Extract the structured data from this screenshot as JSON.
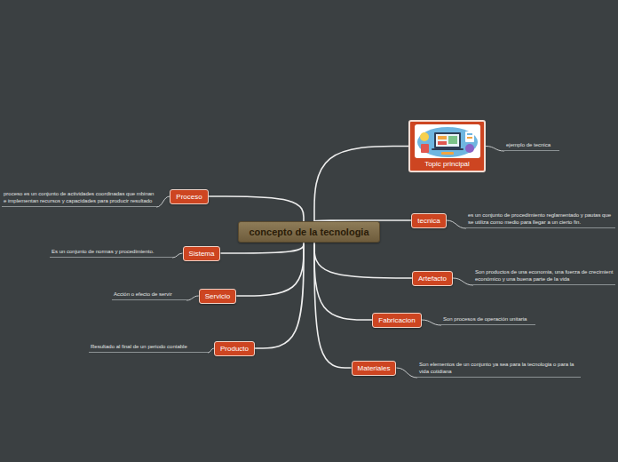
{
  "diagram": {
    "nodes": [
      {
        "text": [
          "concepto de la tecnologia"
        ]
      },
      {
        "text": [
          "Topic principal"
        ]
      },
      {
        "text": [
          "ejemplo de tecnica"
        ]
      },
      {
        "text": [
          "Proceso"
        ]
      },
      {
        "text": [
          "proceso es un conjunto de actividades coordinadas que mbinan e implementan recursos y capacidades para producir resultado"
        ]
      },
      {
        "text": [
          "tecnica"
        ]
      },
      {
        "text": [
          "es un conjunto de procedimiento reglamentado y pautas que se utiliza como medio para llegar a un cierto fin."
        ]
      },
      {
        "text": [
          "Sistema"
        ]
      },
      {
        "text": [
          "Es un conjunto de normas y procedimiento."
        ]
      },
      {
        "text": [
          "Artefacto"
        ]
      },
      {
        "text": [
          "Son productos de una economia, una fuerza de crecimient económico y una buena parte de la vida"
        ]
      },
      {
        "text": [
          "Servicio"
        ]
      },
      {
        "text": [
          "Acción o efecto de servir"
        ]
      },
      {
        "text": [
          "Fabricacion"
        ]
      },
      {
        "text": [
          "Son procesos de operación unitaria"
        ]
      },
      {
        "text": [
          "Producto"
        ]
      },
      {
        "text": [
          "Resultado al final de un periodo contable"
        ]
      },
      {
        "text": [
          "Materiales"
        ]
      },
      {
        "text": [
          "Son elementos de un conjunto ya sea para la tecnologia o para la vida cotidiana"
        ]
      }
    ],
    "edges": [
      {
        "from": 0,
        "to": 1,
        "arrow": "none"
      },
      {
        "from": 0,
        "to": 3,
        "arrow": "none"
      },
      {
        "from": 0,
        "to": 5,
        "arrow": "none"
      },
      {
        "from": 0,
        "to": 7,
        "arrow": "none"
      },
      {
        "from": 0,
        "to": 9,
        "arrow": "none"
      },
      {
        "from": 0,
        "to": 11,
        "arrow": "none"
      },
      {
        "from": 0,
        "to": 13,
        "arrow": "none"
      },
      {
        "from": 0,
        "to": 15,
        "arrow": "none"
      },
      {
        "from": 0,
        "to": 17,
        "arrow": "none"
      },
      {
        "from": 1,
        "to": 2,
        "arrow": "none"
      },
      {
        "from": 3,
        "to": 4,
        "arrow": "none"
      },
      {
        "from": 5,
        "to": 6,
        "arrow": "none"
      },
      {
        "from": 7,
        "to": 8,
        "arrow": "none"
      },
      {
        "from": 9,
        "to": 10,
        "arrow": "none"
      },
      {
        "from": 11,
        "to": 12,
        "arrow": "none"
      },
      {
        "from": 13,
        "to": 14,
        "arrow": "none"
      },
      {
        "from": 15,
        "to": 16,
        "arrow": "none"
      },
      {
        "from": 17,
        "to": 18,
        "arrow": "none"
      }
    ]
  }
}
